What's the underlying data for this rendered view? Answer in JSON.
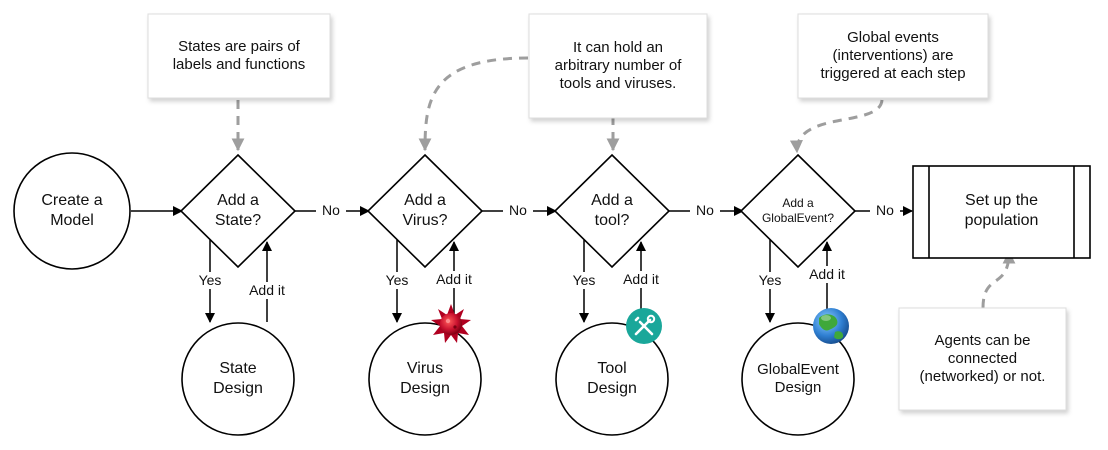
{
  "start": {
    "label": "Create a\nModel"
  },
  "decisions": {
    "state": "Add a\nState?",
    "virus": "Add a\nVirus?",
    "tool": "Add a\ntool?",
    "globalevent": "Add a\nGlobalEvent?"
  },
  "designs": {
    "state": "State\nDesign",
    "virus": "Virus\nDesign",
    "tool": "Tool\nDesign",
    "globalevent": "GlobalEvent\nDesign"
  },
  "end": {
    "label": "Set up the\npopulation"
  },
  "edge_labels": {
    "no": "No",
    "yes": "Yes",
    "add_it": "Add it"
  },
  "notes": {
    "states": "States are pairs of\nlabels and functions",
    "hold": "It can hold an\narbitrary number of\ntools and viruses.",
    "global": "Global events\n(interventions) are\ntriggered at each step",
    "agents": "Agents can be\nconnected\n(networked) or not."
  },
  "icons": {
    "virus": "virus-icon",
    "tool": "wrench-screwdriver-icon",
    "globe": "globe-icon"
  },
  "colors": {
    "line": "#000000",
    "dashed": "#9e9e9e",
    "virus": "#c8102e",
    "tool_badge": "#1aa79a",
    "globe_ocean": "#2f7fd2",
    "globe_land": "#3fa83a"
  }
}
